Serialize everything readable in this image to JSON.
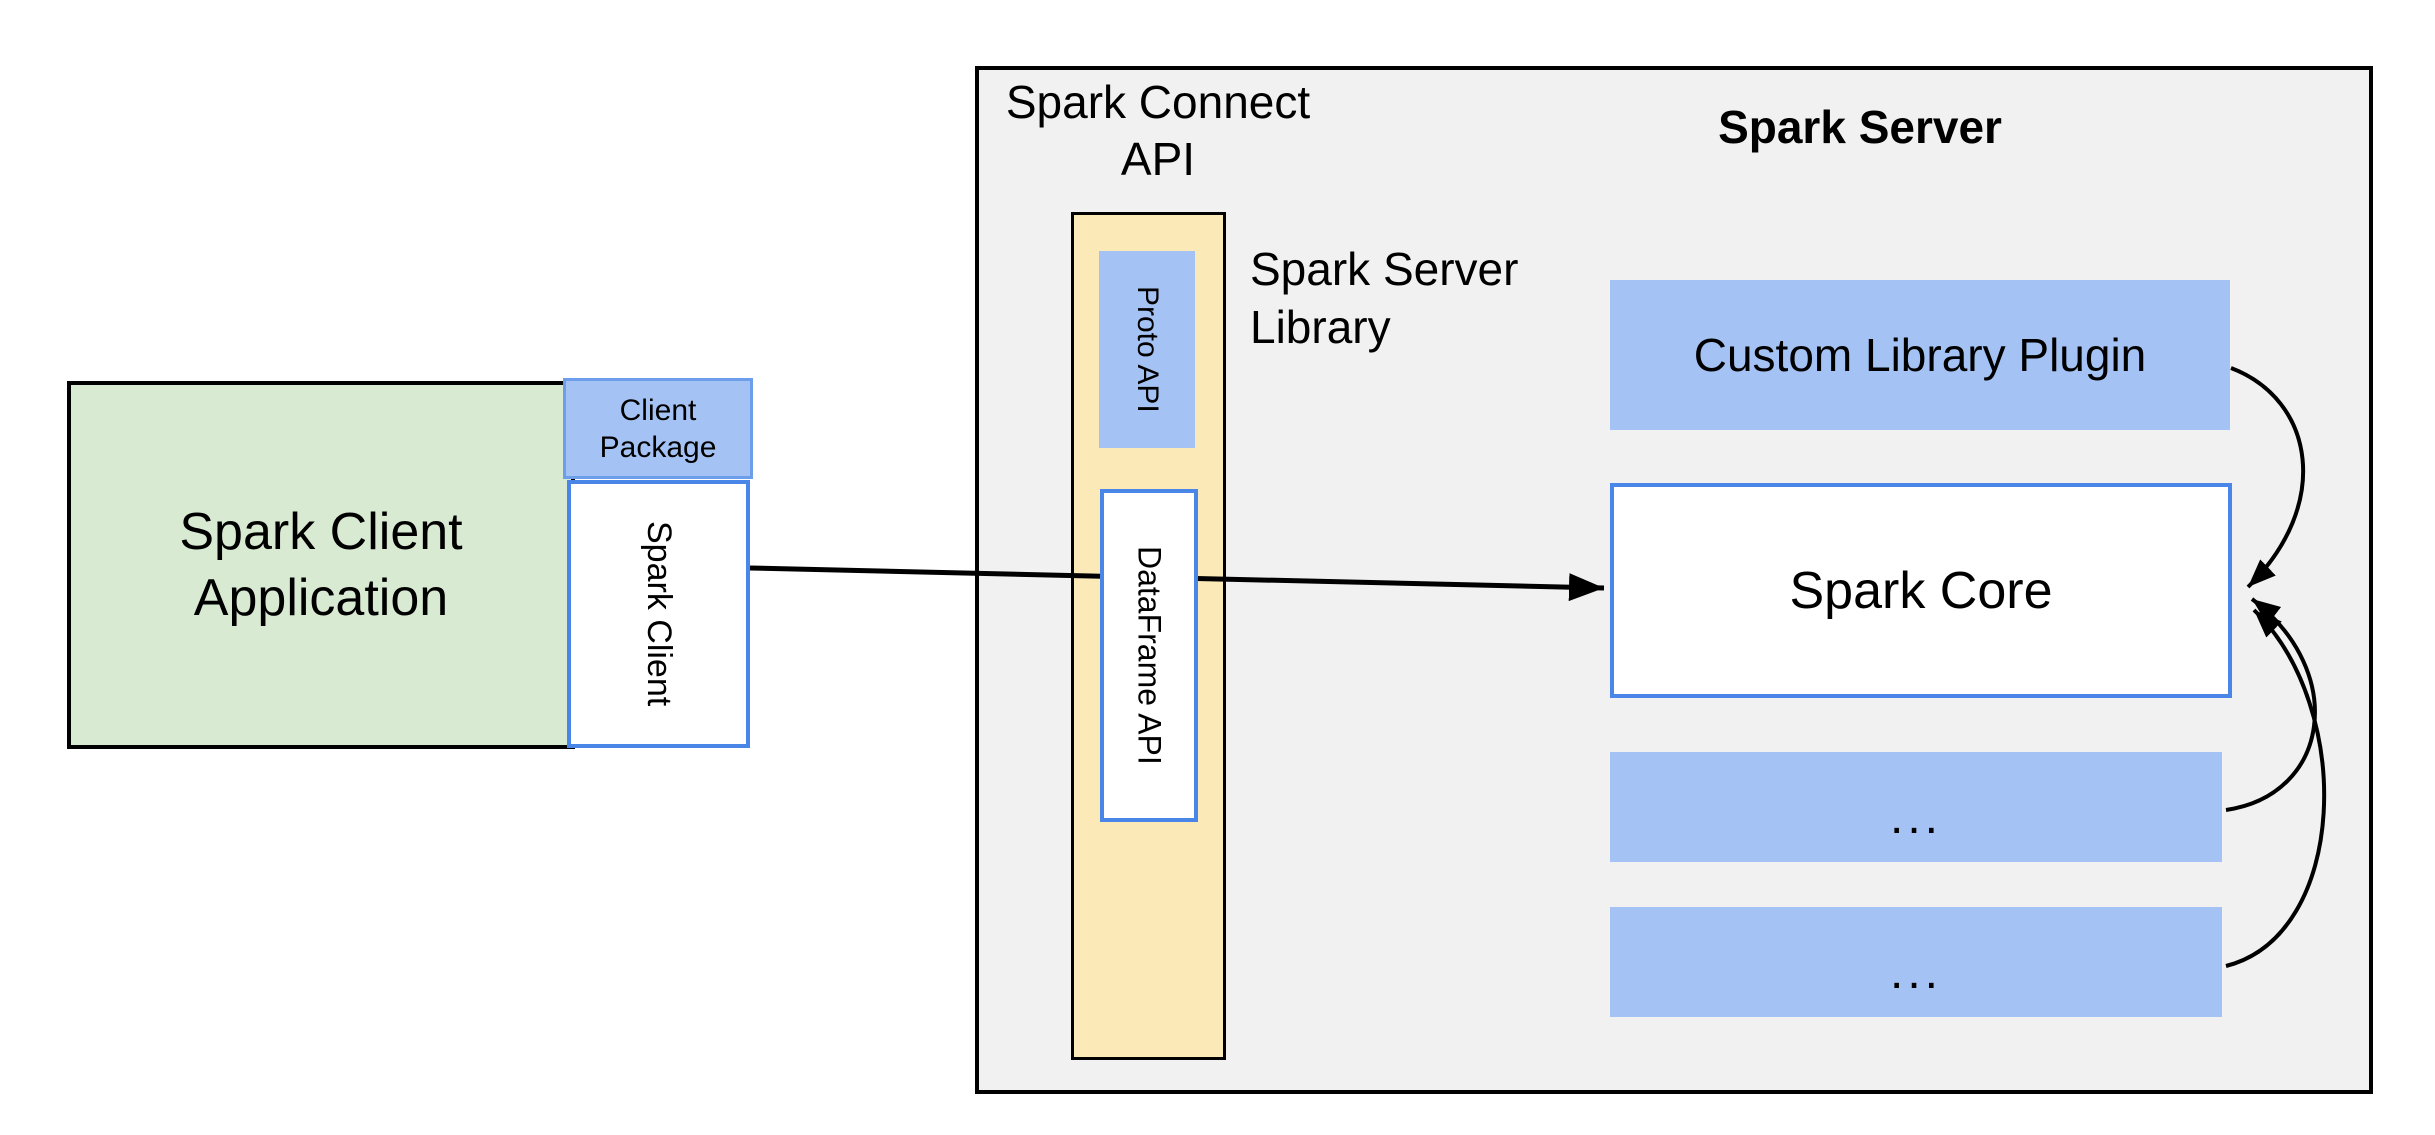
{
  "diagram": {
    "client_app": {
      "label": "Spark Client Application"
    },
    "client_package": {
      "label": "Client Package"
    },
    "spark_client": {
      "label": "Spark Client"
    },
    "spark_connect_api": {
      "title": "Spark Connect API"
    },
    "spark_server_library": {
      "label": "Spark Server Library",
      "proto_api_label": "Proto API",
      "dataframe_api_label": "DataFrame API"
    },
    "spark_server": {
      "title": "Spark Server",
      "custom_library_plugin_label": "Custom Library Plugin",
      "spark_core_label": "Spark Core",
      "ellipsis_box_1": "...",
      "ellipsis_box_2": "..."
    },
    "colors": {
      "page_background": "#ffffff",
      "gray_container_fill": "#f1f1f1",
      "green_fill": "#d9ead3",
      "yellow_fill": "#fce9b8",
      "blue_fill": "#a4c2f4",
      "blue_border": "#4a86e8",
      "light_blue_border": "#6d9eeb",
      "black_border": "#000000",
      "arrow_color": "#000000"
    }
  }
}
